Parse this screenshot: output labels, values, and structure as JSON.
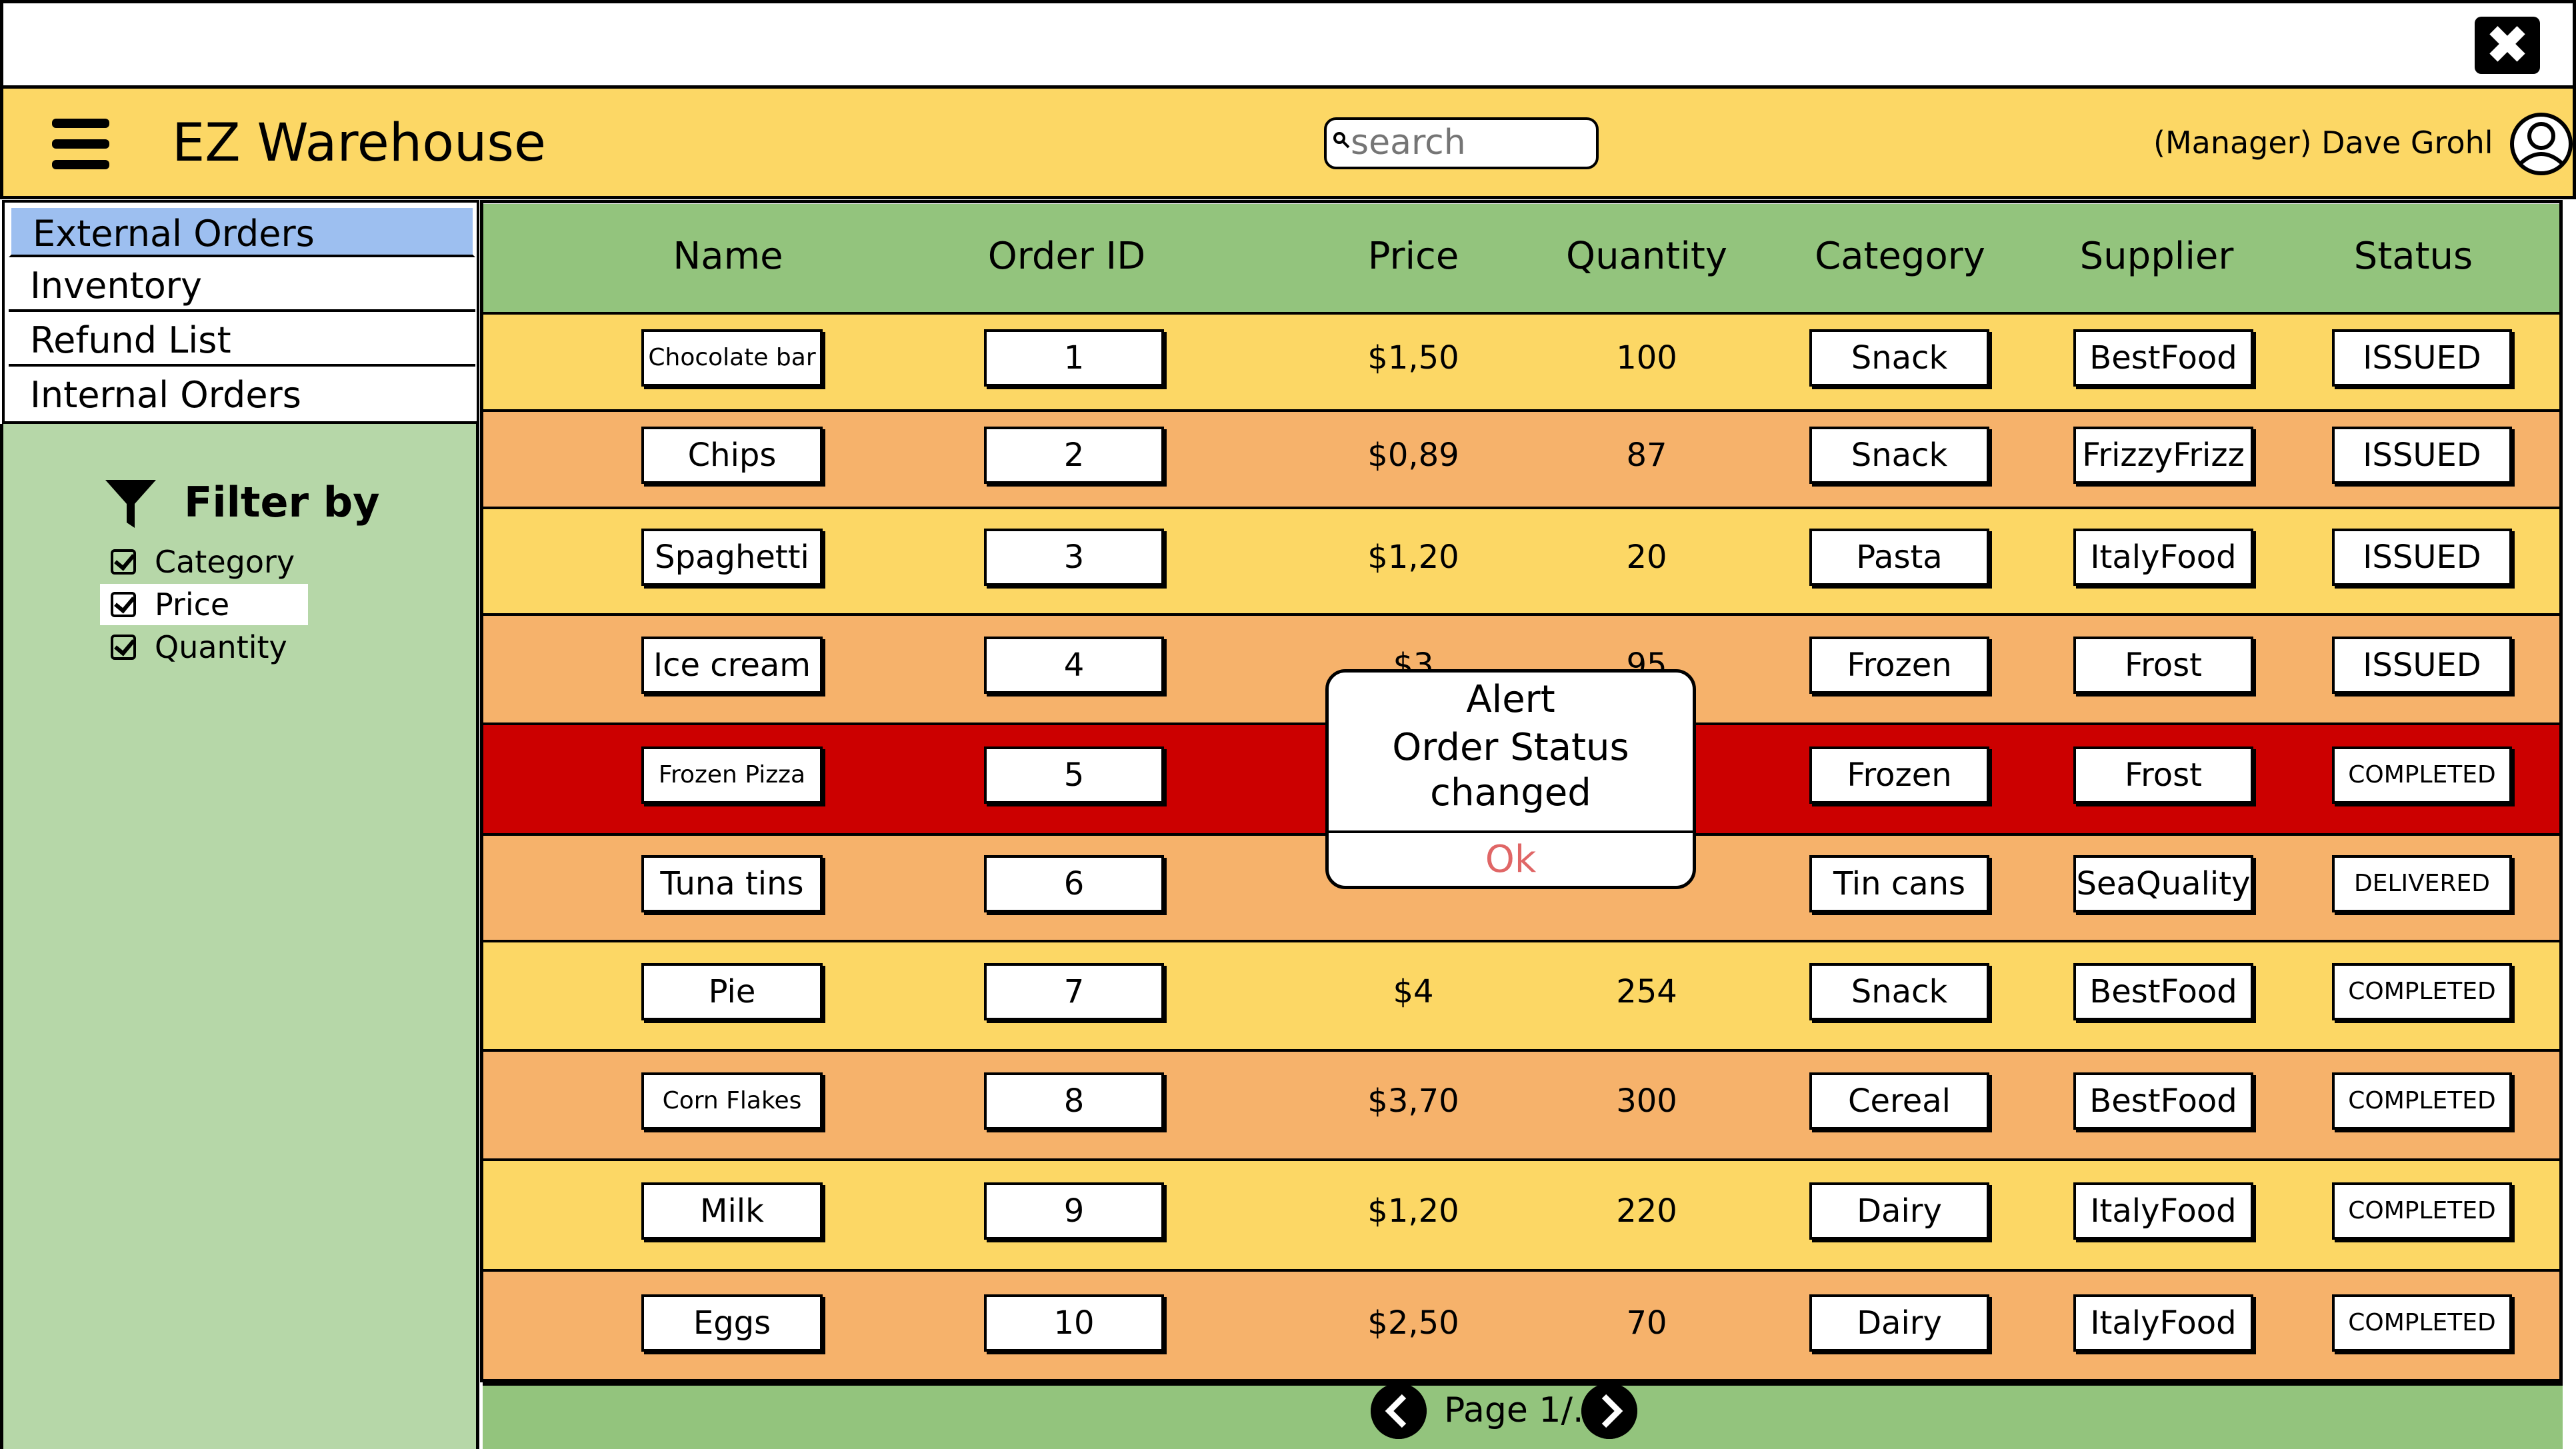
{
  "window": {
    "close_icon": "close-icon",
    "close_glyph": "✖"
  },
  "header": {
    "menu_icon": "hamburger-menu-icon",
    "title": "EZ Warehouse",
    "search_placeholder": "search",
    "user_label": "(Manager) Dave Grohl",
    "avatar_icon": "user-avatar-icon",
    "bg_color": "#fcd765"
  },
  "nav": {
    "items": [
      {
        "label": "External Orders",
        "active": true
      },
      {
        "label": "Inventory",
        "active": false
      },
      {
        "label": "Refund List",
        "active": false
      },
      {
        "label": "Internal Orders",
        "active": false
      }
    ]
  },
  "filter": {
    "title": "Filter by",
    "icon": "filter-funnel-icon",
    "options": [
      {
        "label": "Category",
        "checked": true
      },
      {
        "label": "Price",
        "checked": true
      },
      {
        "label": "Quantity",
        "checked": true
      }
    ]
  },
  "table": {
    "headers": [
      "Name",
      "Order ID",
      "Price",
      "Quantity",
      "Category",
      "Supplier",
      "Status"
    ],
    "rows": [
      {
        "name": "Chocolate bar",
        "order_id": "1",
        "price": "$1,50",
        "quantity": "100",
        "category": "Snack",
        "supplier": "BestFood",
        "status": "ISSUED"
      },
      {
        "name": "Chips",
        "order_id": "2",
        "price": "$0,89",
        "quantity": "87",
        "category": "Snack",
        "supplier": "FrizzyFrizz",
        "status": "ISSUED"
      },
      {
        "name": "Spaghetti",
        "order_id": "3",
        "price": "$1,20",
        "quantity": "20",
        "category": "Pasta",
        "supplier": "ItalyFood",
        "status": "ISSUED"
      },
      {
        "name": "Ice cream",
        "order_id": "4",
        "price": "$3",
        "quantity": "95",
        "category": "Frozen",
        "supplier": "Frost",
        "status": "ISSUED"
      },
      {
        "name": "Frozen Pizza",
        "order_id": "5",
        "price": "",
        "quantity": "",
        "category": "Frozen",
        "supplier": "Frost",
        "status": "COMPLETED"
      },
      {
        "name": "Tuna tins",
        "order_id": "6",
        "price": "",
        "quantity": "",
        "category": "Tin cans",
        "supplier": "SeaQuality",
        "status": "DELIVERED"
      },
      {
        "name": "Pie",
        "order_id": "7",
        "price": "$4",
        "quantity": "254",
        "category": "Snack",
        "supplier": "BestFood",
        "status": "COMPLETED"
      },
      {
        "name": "Corn Flakes",
        "order_id": "8",
        "price": "$3,70",
        "quantity": "300",
        "category": "Cereal",
        "supplier": "BestFood",
        "status": "COMPLETED"
      },
      {
        "name": "Milk",
        "order_id": "9",
        "price": "$1,20",
        "quantity": "220",
        "category": "Dairy",
        "supplier": "ItalyFood",
        "status": "COMPLETED"
      },
      {
        "name": "Eggs",
        "order_id": "10",
        "price": "$2,50",
        "quantity": "70",
        "category": "Dairy",
        "supplier": "ItalyFood",
        "status": "COMPLETED"
      }
    ],
    "row_colors": [
      "#fcd765",
      "#f6b26b",
      "#fcd765",
      "#f6b26b",
      "#cc0000",
      "#f6b26b",
      "#fcd765",
      "#f6b26b",
      "#fcd765",
      "#f6b26b"
    ],
    "header_color": "#93c47d"
  },
  "pager": {
    "label": "Page 1/...",
    "prev_icon": "arrow-left-circle-icon",
    "next_icon": "arrow-right-circle-icon"
  },
  "alert": {
    "title": "Alert",
    "message": "Order Status changed",
    "ok_label": "Ok",
    "ok_color": "#e06666"
  }
}
